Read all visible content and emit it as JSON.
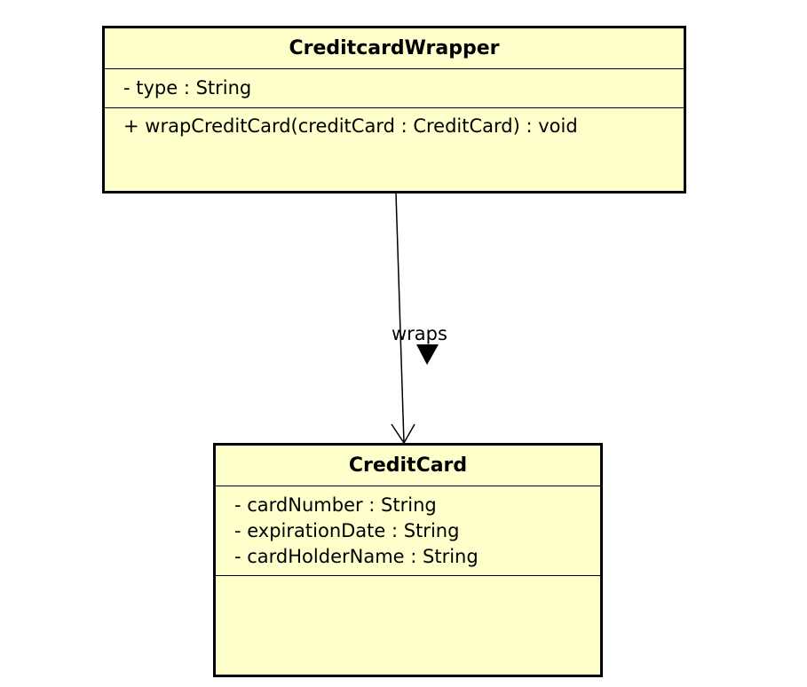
{
  "diagram": {
    "classes": [
      {
        "name": "CreditcardWrapper",
        "attributes": [
          "- type : String"
        ],
        "operations": [
          "+ wrapCreditCard(creditCard : CreditCard) : void"
        ]
      },
      {
        "name": "CreditCard",
        "attributes": [
          "- cardNumber : String",
          "- expirationDate : String",
          "- cardHolderName : String"
        ],
        "operations": []
      }
    ],
    "association": {
      "label": "wraps",
      "from": "CreditcardWrapper",
      "to": "CreditCard",
      "navigable": "directed"
    }
  }
}
